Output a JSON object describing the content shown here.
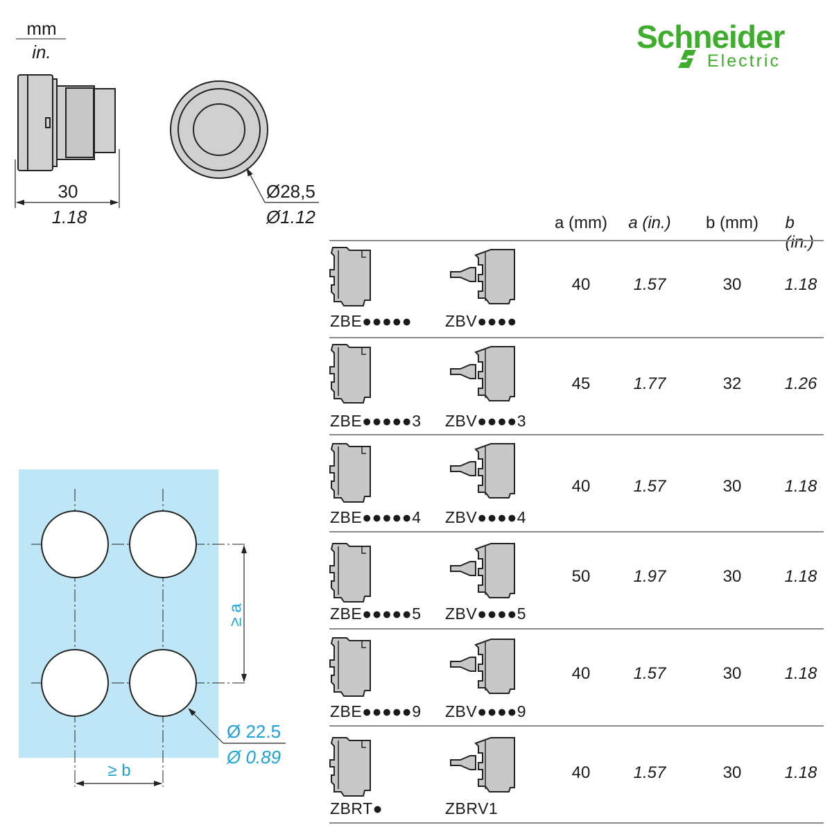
{
  "units": {
    "top": "mm",
    "bottom": "in."
  },
  "logo": {
    "line1": "Schneider",
    "line2": "Electric",
    "color": "#3dae2b"
  },
  "side_view": {
    "dim_mm": "30",
    "dim_in": "1.18"
  },
  "front_view": {
    "dia_mm": "Ø28,5",
    "dia_in": "Ø1.12"
  },
  "table": {
    "headers": [
      "a (mm)",
      "a (in.)",
      "b (mm)",
      "b (in.)"
    ],
    "rows": [
      {
        "code1": "ZBE●●●●●",
        "code2": "ZBV●●●●",
        "a_mm": "40",
        "a_in": "1.57",
        "b_mm": "30",
        "b_in": "1.18"
      },
      {
        "code1": "ZBE●●●●●3",
        "code2": "ZBV●●●●3",
        "a_mm": "45",
        "a_in": "1.77",
        "b_mm": "32",
        "b_in": "1.26"
      },
      {
        "code1": "ZBE●●●●●4",
        "code2": "ZBV●●●●4",
        "a_mm": "40",
        "a_in": "1.57",
        "b_mm": "30",
        "b_in": "1.18"
      },
      {
        "code1": "ZBE●●●●●5",
        "code2": "ZBV●●●●5",
        "a_mm": "50",
        "a_in": "1.97",
        "b_mm": "30",
        "b_in": "1.18"
      },
      {
        "code1": "ZBE●●●●●9",
        "code2": "ZBV●●●●9",
        "a_mm": "40",
        "a_in": "1.57",
        "b_mm": "30",
        "b_in": "1.18"
      },
      {
        "code1": "ZBRT●",
        "code2": "ZBRV1",
        "a_mm": "40",
        "a_in": "1.57",
        "b_mm": "30",
        "b_in": "1.18"
      }
    ]
  },
  "mounting": {
    "a_label": "≥ a",
    "b_label": "≥ b",
    "hole_mm": "Ø 22.5",
    "hole_in": "Ø 0.89",
    "panel_color": "#bfe6f6",
    "text_color": "#1ba3dd"
  }
}
